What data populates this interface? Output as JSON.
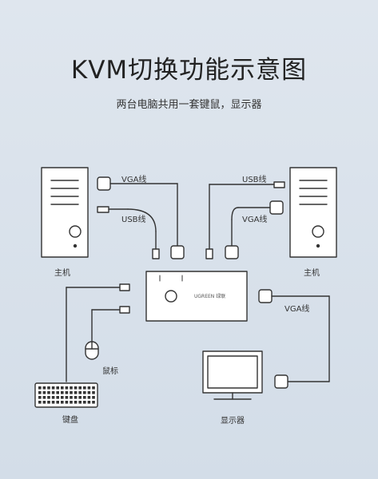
{
  "title": "KVM切换功能示意图",
  "subtitle": "两台电脑共用一套键鼠，显示器",
  "labels": {
    "host_left": "主机",
    "host_right": "主机",
    "vga_top_left": "VGA线",
    "usb_top_left": "USB线",
    "usb_top_right": "USB线",
    "vga_top_right": "VGA线",
    "vga_monitor": "VGA线",
    "mouse": "鼠标",
    "keyboard": "键盘",
    "monitor": "显示器",
    "kvm_brand": "UGREEN 绿联"
  },
  "colors": {
    "background": "#d9e2ec",
    "line": "#333333",
    "fill_white": "#ffffff"
  }
}
